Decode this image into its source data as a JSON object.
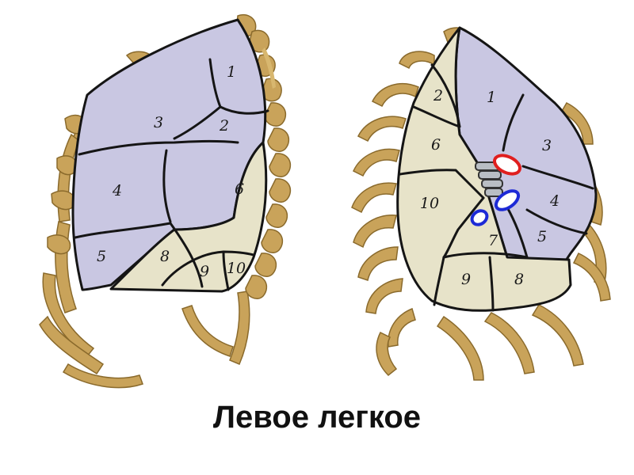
{
  "caption": "Левое легкое",
  "left_view": {
    "segments": [
      "1",
      "3",
      "2",
      "4",
      "6",
      "5",
      "8",
      "9",
      "10"
    ]
  },
  "right_view": {
    "segments": [
      "2",
      "1",
      "6",
      "3",
      "10",
      "4",
      "7",
      "5",
      "9",
      "8"
    ]
  },
  "colors": {
    "upper_lobe": "#c9c7e2",
    "lower_lobe": "#e7e3c9",
    "rib": "#c9a35a",
    "pulmonary_artery": "#e01f1f",
    "pulmonary_veins": "#1d2ad6",
    "bronchus": "#b9bec4"
  }
}
